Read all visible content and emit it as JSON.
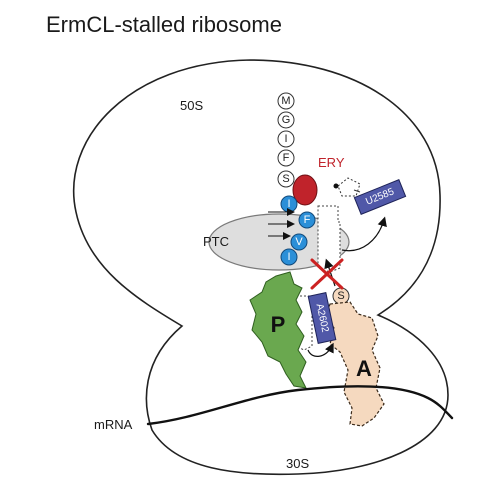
{
  "title": "ErmCL-stalled ribosome",
  "labels": {
    "large_subunit": "50S",
    "small_subunit": "30S",
    "ptc": "PTC",
    "mrna": "mRNA",
    "drug": "ERY",
    "p_site": "P",
    "a_site": "A"
  },
  "peptide_chain": {
    "outline_residues": [
      "M",
      "G",
      "I",
      "F",
      "S"
    ],
    "blue_residues": [
      "I",
      "F",
      "V",
      "I"
    ]
  },
  "a_site_residue": "S",
  "nucleotides": {
    "upper": "U2585",
    "lower": "A2602"
  },
  "colors": {
    "drug": "#c0232b",
    "residue_blue": "#2b8fd8",
    "nucleotide": "#5058a8",
    "p_site": "#6aa84f",
    "a_site": "#f5d9bf",
    "ptc": "#dedede",
    "block_cross": "#cc2222",
    "drug_label": "#c0232b"
  }
}
